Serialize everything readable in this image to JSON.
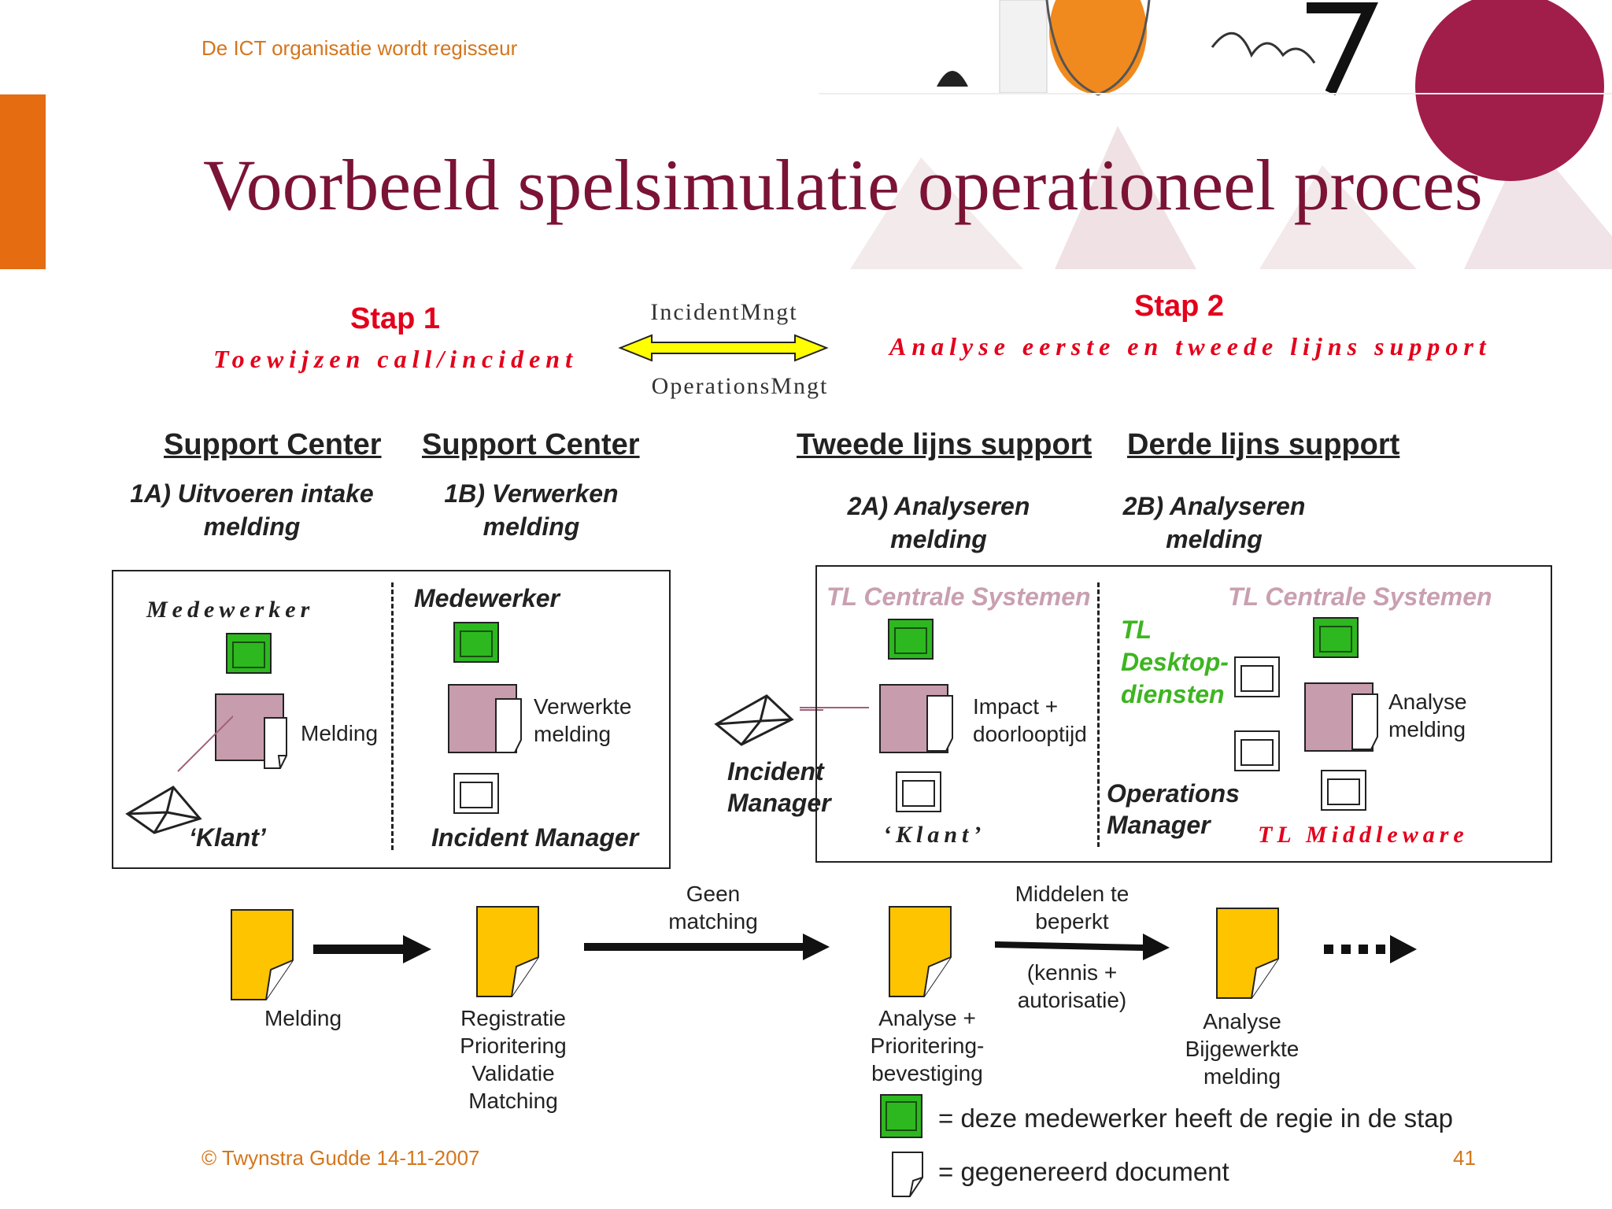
{
  "header": {
    "text": "De ICT organisatie wordt regisseur"
  },
  "title": "Voorbeeld spelsimulatie operationeel proces",
  "colors": {
    "accent_orange": "#e56c10",
    "title_maroon": "#7a1336",
    "stap_red": "#e3001b",
    "staff_green": "#2db81f",
    "doc_pink": "#c79dae",
    "doc_yellow": "#ffc400",
    "tl_text": "#c8a0b0",
    "tl_green": "#3cb521"
  },
  "stap1": {
    "title": "Stap 1",
    "subtitle": "Toewijzen call/incident"
  },
  "stap2": {
    "title": "Stap 2",
    "subtitle": "Analyse eerste en tweede lijns support"
  },
  "arrow_labels": {
    "top": "IncidentMngt",
    "bottom": "OperationsMngt"
  },
  "columns": [
    {
      "head": "Support Center",
      "sub1": "1A) Uitvoeren intake",
      "sub2": "melding"
    },
    {
      "head": "Support Center",
      "sub1": "1B) Verwerken",
      "sub2": "melding"
    },
    {
      "head": "Tweede lijns support",
      "sub1": "2A) Analyseren",
      "sub2": "melding"
    },
    {
      "head": "Derde lijns support",
      "sub1": "2B) Analyseren",
      "sub2": "melding"
    }
  ],
  "box1": {
    "medewerker_a": "Medewerker",
    "melding": "Melding",
    "klant": "‘Klant’",
    "medewerker_b": "Medewerker",
    "verwerkte_1": "Verwerkte",
    "verwerkte_2": "melding",
    "incident_manager": "Incident Manager"
  },
  "incident_manager": {
    "line1": "Incident",
    "line2": "Manager"
  },
  "box2": {
    "tl_left": "TL Centrale Systemen",
    "tl_right": "TL Centrale Systemen",
    "impact_1": "Impact +",
    "impact_2": "doorlooptijd",
    "klant": "‘Klant’",
    "tl_desktop_1": "TL",
    "tl_desktop_2": "Desktop-",
    "tl_desktop_3": "diensten",
    "ops_1": "Operations",
    "ops_2": "Manager",
    "analyse_1": "Analyse",
    "analyse_2": "melding",
    "middleware": "TL Middleware"
  },
  "flow": {
    "doc1": [
      "Melding"
    ],
    "doc2": [
      "Registratie",
      "Prioritering",
      "Validatie",
      "Matching"
    ],
    "arrow2_label": [
      "Geen",
      "matching"
    ],
    "doc3": [
      "Analyse +",
      "Prioritering-",
      "bevestiging"
    ],
    "arrow3_label_top": [
      "Middelen te",
      "beperkt"
    ],
    "arrow3_label_bottom": [
      "(kennis +",
      "autorisatie)"
    ],
    "doc4": [
      "Analyse",
      "Bijgewerkte",
      "melding"
    ]
  },
  "legend": {
    "green": "= deze medewerker heeft de regie in de stap",
    "doc": "= gegenereerd document"
  },
  "footer": {
    "left": "© Twynstra Gudde  14-11-2007",
    "page": "41"
  }
}
